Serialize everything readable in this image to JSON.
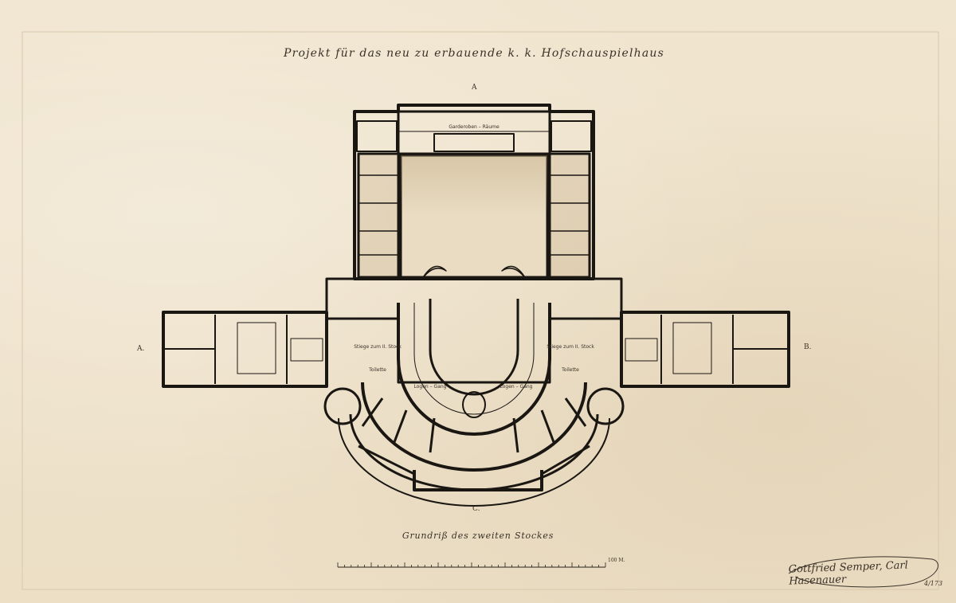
{
  "drawing": {
    "title": "Projekt für das neu zu erbauende k. k. Hofschauspielhaus",
    "subtitle": "Grundriß des zweiten Stockes",
    "markers": {
      "a_top": "A",
      "a_left": "A.",
      "b_right": "B.",
      "c_bottom": "C."
    },
    "room_labels": {
      "stage_room": "Garderoben – Räume",
      "boxes_left": "Logen – Gang",
      "boxes_right": "Logen – Gang",
      "stair_left": "Stiege zum II. Stock",
      "stair_right": "Stiege zum II. Stock",
      "toilet_left": "Toilette",
      "toilet_right": "Toilette"
    },
    "scale_label": "100 M.",
    "ref_number": "4/173",
    "signature": "Gottfried Semper, Carl Hasenauer"
  }
}
